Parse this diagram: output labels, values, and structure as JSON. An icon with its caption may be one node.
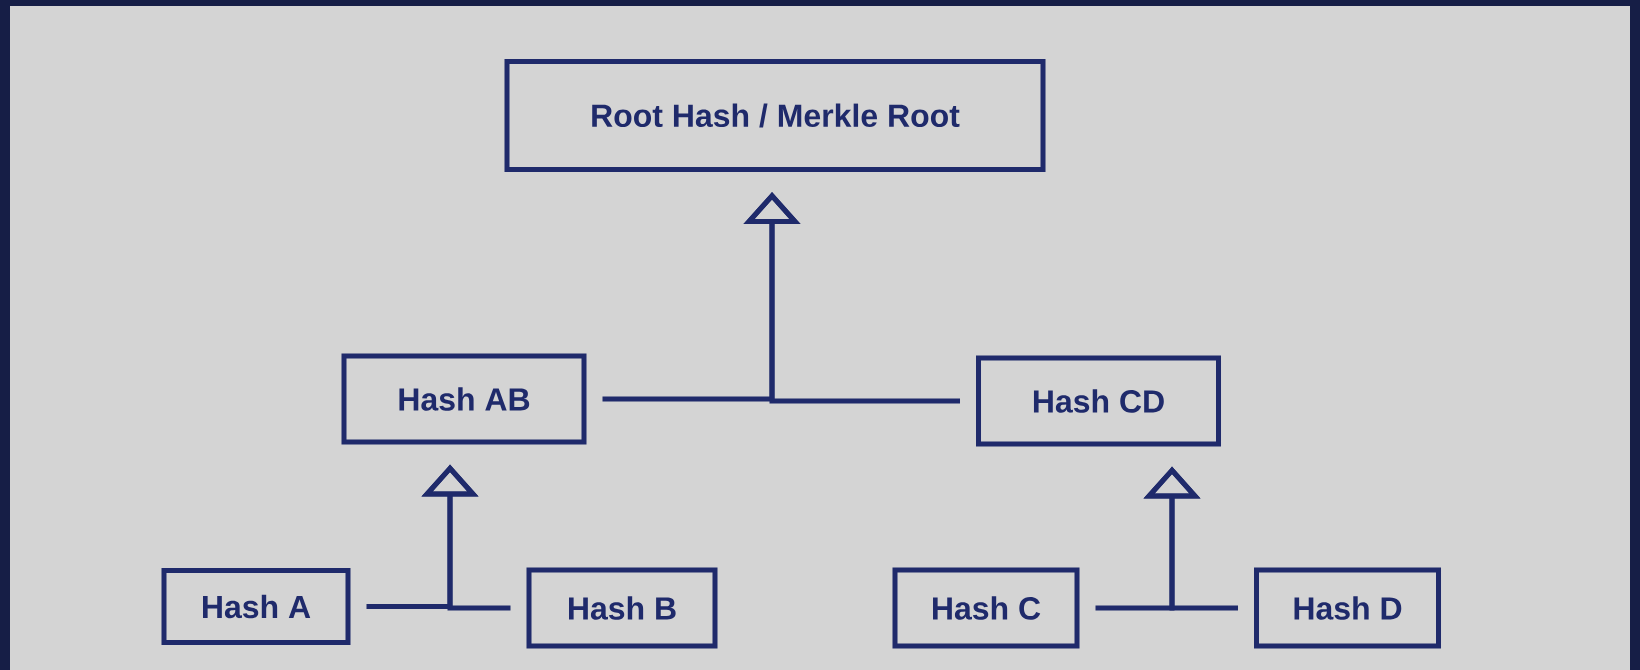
{
  "diagram": {
    "nodes": [
      {
        "text": [
          "Root Hash / Merkle Root"
        ]
      },
      {
        "text": [
          "Hash AB"
        ]
      },
      {
        "text": [
          "Hash CD"
        ]
      },
      {
        "text": [
          "Hash A"
        ]
      },
      {
        "text": [
          "Hash B"
        ]
      },
      {
        "text": [
          "Hash C"
        ]
      },
      {
        "text": [
          "Hash D"
        ]
      }
    ],
    "edges": [
      {
        "from": 1,
        "to": 0,
        "arrow": "to"
      },
      {
        "from": 2,
        "to": 0,
        "arrow": "to"
      },
      {
        "from": 3,
        "to": 1,
        "arrow": "to"
      },
      {
        "from": 4,
        "to": 1,
        "arrow": "to"
      },
      {
        "from": 5,
        "to": 2,
        "arrow": "to"
      },
      {
        "from": 6,
        "to": 2,
        "arrow": "to"
      }
    ]
  }
}
